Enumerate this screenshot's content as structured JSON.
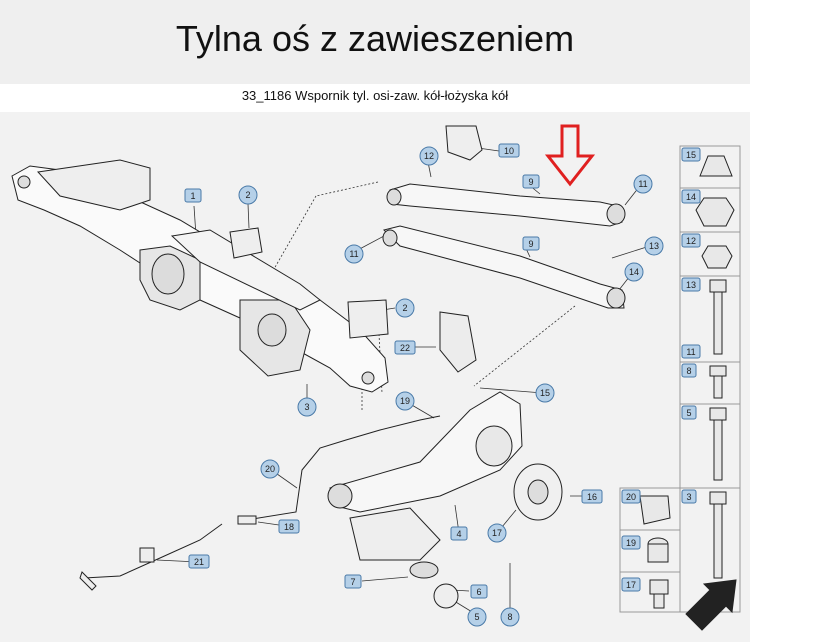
{
  "header": {
    "title": "Tylna oś z zawieszeniem",
    "subtitle": "33_1186 Wspornik tyl. osi-zaw. kół-łożyska kół"
  },
  "colors": {
    "callout_fill": "#b5d0e8",
    "callout_stroke": "#4a7aa8",
    "arrow": "#e02020",
    "panel": "#f2f2f2"
  },
  "callouts": [
    {
      "id": "c1",
      "label": "1"
    },
    {
      "id": "c2a",
      "label": "2"
    },
    {
      "id": "c2b",
      "label": "2"
    },
    {
      "id": "c3",
      "label": "3"
    },
    {
      "id": "c4",
      "label": "4"
    },
    {
      "id": "c5",
      "label": "5"
    },
    {
      "id": "c6",
      "label": "6"
    },
    {
      "id": "c7",
      "label": "7"
    },
    {
      "id": "c8",
      "label": "8"
    },
    {
      "id": "c9a",
      "label": "9"
    },
    {
      "id": "c9b",
      "label": "9"
    },
    {
      "id": "c10",
      "label": "10"
    },
    {
      "id": "c11a",
      "label": "11"
    },
    {
      "id": "c11b",
      "label": "11"
    },
    {
      "id": "c12",
      "label": "12"
    },
    {
      "id": "c13",
      "label": "13"
    },
    {
      "id": "c14",
      "label": "14"
    },
    {
      "id": "c15",
      "label": "15"
    },
    {
      "id": "c16",
      "label": "16"
    },
    {
      "id": "c17",
      "label": "17"
    },
    {
      "id": "c18",
      "label": "18"
    },
    {
      "id": "c19",
      "label": "19"
    },
    {
      "id": "c20",
      "label": "20"
    },
    {
      "id": "c21",
      "label": "21"
    },
    {
      "id": "c22",
      "label": "22"
    }
  ],
  "parts_table": [
    {
      "label": "15",
      "icon": "clip-nut-icon"
    },
    {
      "label": "14",
      "icon": "hex-nut-flange-icon"
    },
    {
      "label": "12",
      "icon": "hex-nut-icon"
    },
    {
      "label": "13",
      "icon": "long-bolt-icon"
    },
    {
      "label": "11",
      "icon": "long-bolt-icon"
    },
    {
      "label": "8",
      "icon": "short-bolt-icon"
    },
    {
      "label": "5",
      "icon": "flange-bolt-icon"
    },
    {
      "label": "3",
      "icon": "long-bolt-icon"
    },
    {
      "label": "20",
      "icon": "clip-icon"
    },
    {
      "label": "19",
      "icon": "bushing-icon"
    },
    {
      "label": "17",
      "icon": "wheel-bolt-icon"
    }
  ]
}
